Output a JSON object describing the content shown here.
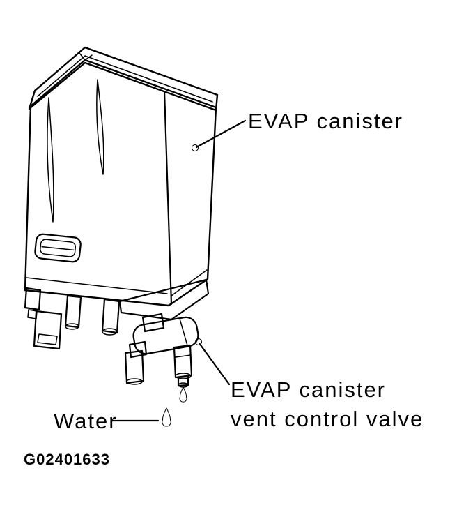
{
  "figure_id": "G02401633",
  "labels": {
    "evap_canister": "EVAP canister",
    "vent_valve_line1": "EVAP canister",
    "vent_valve_line2": "vent control valve",
    "water": "Water"
  },
  "colors": {
    "ink": "#000000",
    "background": "#ffffff"
  }
}
